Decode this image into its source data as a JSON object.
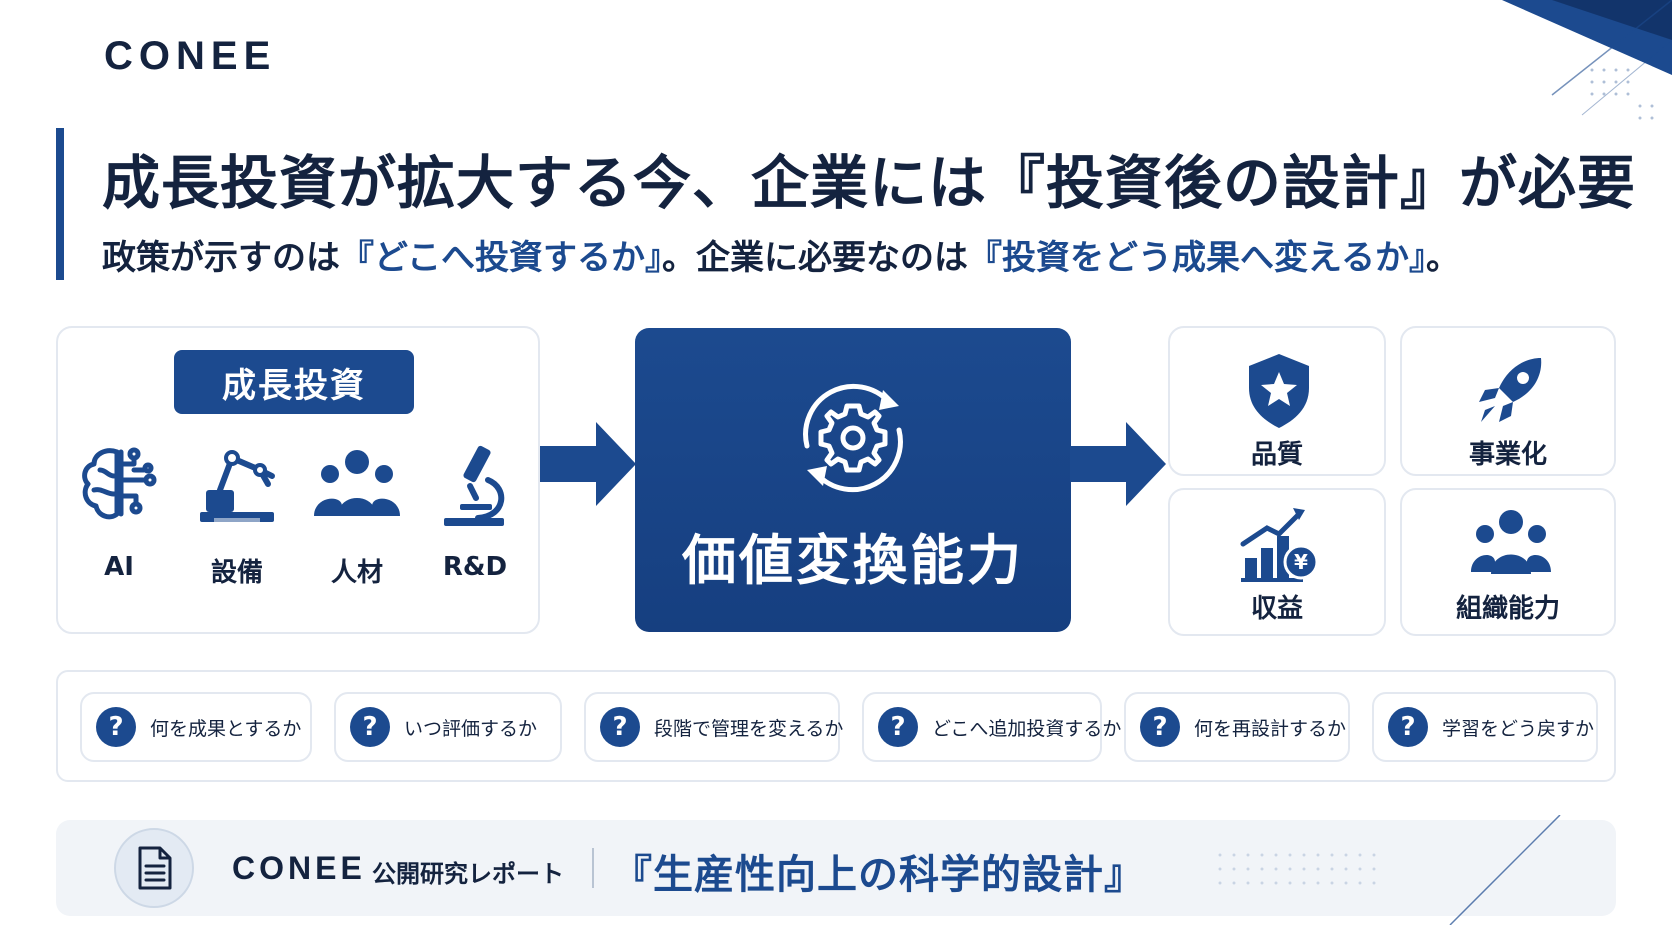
{
  "brand": "CONEE",
  "headline": "成長投資が拡大する今、企業には『投資後の設計』が必要",
  "subline": {
    "part1": "政策が示すのは",
    "hl1": "『どこへ投資するか』",
    "part2": "。企業に必要なのは",
    "hl2": "『投資をどう成果へ変えるか』",
    "part3": "。"
  },
  "investment": {
    "badge": "成長投資",
    "items": [
      {
        "label": "AI",
        "icon": "brain-icon"
      },
      {
        "label": "設備",
        "icon": "robot-arm-icon"
      },
      {
        "label": "人材",
        "icon": "people-icon"
      },
      {
        "label": "R&D",
        "icon": "microscope-icon"
      }
    ]
  },
  "core": {
    "label": "価値変換能力",
    "icon": "gear-cycle-icon"
  },
  "outcomes": [
    {
      "label": "品質",
      "icon": "shield-star-icon"
    },
    {
      "label": "事業化",
      "icon": "rocket-icon"
    },
    {
      "label": "収益",
      "icon": "growth-yen-icon"
    },
    {
      "label": "組織能力",
      "icon": "team-icon"
    }
  ],
  "questions": [
    "何を成果とするか",
    "いつ評価するか",
    "段階で管理を変えるか",
    "どこへ追加投資するか",
    "何を再設計するか",
    "学習をどう戻すか"
  ],
  "question_mark": "?",
  "footer": {
    "brand": "CONEE",
    "kind": "公開研究レポート",
    "title": "『生産性向上の科学的設計』"
  },
  "colors": {
    "primary": "#1c4a8f",
    "text": "#14233f",
    "border": "#e3e8f0"
  }
}
